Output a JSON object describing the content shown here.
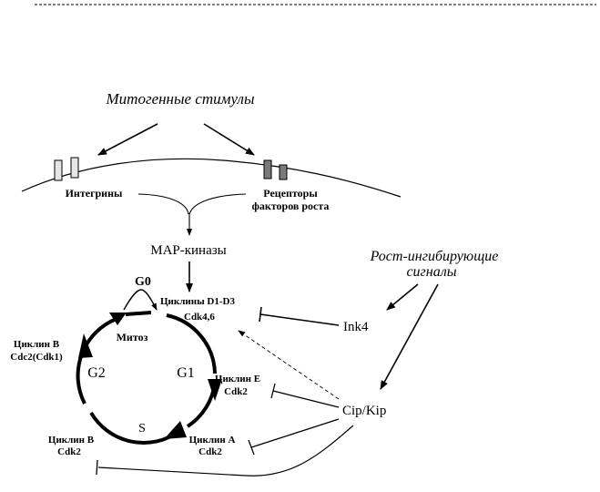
{
  "stimuli": {
    "mitogenic": "Митогенные стимулы",
    "inhibitory_line1": "Рост-ингибирующие",
    "inhibitory_line2": "сигналы"
  },
  "membrane": {
    "integrins": "Интегрины",
    "receptors_line1": "Рецепторы",
    "receptors_line2": "факторов роста"
  },
  "map_kinases": "MAP-киназы",
  "cycle": {
    "g0": "G0",
    "mitosis": "Митоз",
    "g1": "G1",
    "g2": "G2",
    "s": "S"
  },
  "complexes": {
    "cyclin_d_line1": "Циклины D1-D3",
    "cyclin_d_line2": "Cdk4,6",
    "cyclin_e_line1": "Циклин E",
    "cyclin_e_line2": "Cdk2",
    "cyclin_a_line1": "Циклин A",
    "cyclin_a_line2": "Cdk2",
    "cyclin_b_s_line1": "Циклин B",
    "cyclin_b_s_line2": "Cdk2",
    "cyclin_b_m_line1": "Циклин B",
    "cyclin_b_m_line2": "Cdc2(Cdk1)"
  },
  "inhibitors": {
    "ink4": "Ink4",
    "cip_kip": "Cip/Kip"
  },
  "colors": {
    "integrin_fill": "#e6e6e6",
    "receptor_fill": "#7a7a7a",
    "line": "#000000"
  }
}
